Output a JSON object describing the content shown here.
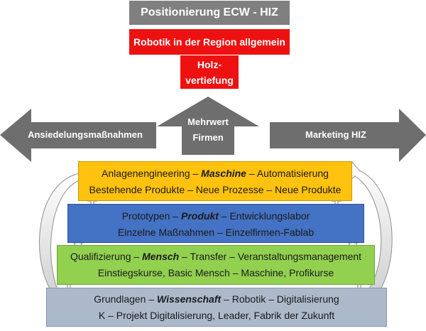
{
  "title": "Positionierung ECW - HIZ",
  "red_boxes": {
    "region": "Robotik in der Region allgemein",
    "holz_line1": "Holz-",
    "holz_line2": "vertiefung"
  },
  "arrows": {
    "left": "Ansiedelungsmaßnahmen",
    "up_line1": "Mehrwert",
    "up_line2": "Firmen",
    "right": "Marketing HIZ"
  },
  "layers": [
    {
      "row1_pre": "Anlagenengineering – ",
      "row1_em": "Maschine",
      "row1_post": " – Automatisierung",
      "row2": "Bestehende Produkte – Neue Prozesse – Neue Produkte",
      "color": "#ffc20e"
    },
    {
      "row1_pre": "Prototypen – ",
      "row1_em": "Produkt",
      "row1_post": " – Entwicklungslabor",
      "row2": "Einzelne Maßnahmen – Einzelfirmen-Fablab",
      "color": "#4472c4"
    },
    {
      "row1_pre": "Qualifizierung – ",
      "row1_em": "Mensch",
      "row1_post": " – Transfer – Veranstaltungsmanagement",
      "row2": "Einstiegskurse, Basic Mensch – Maschine, Profikurse",
      "color": "#92d050"
    },
    {
      "row1_pre": "Grundlagen – ",
      "row1_em": "Wissenschaft",
      "row1_post": " – Robotik – Digitalisierung",
      "row2": "K – Projekt Digitalisierung, Leader, Fabrik der Zukunft",
      "color": "#acb9ca"
    }
  ],
  "colors": {
    "title_bg": "#808080",
    "red": "#ee1111",
    "arrow_gray": "#6e6e6e"
  }
}
